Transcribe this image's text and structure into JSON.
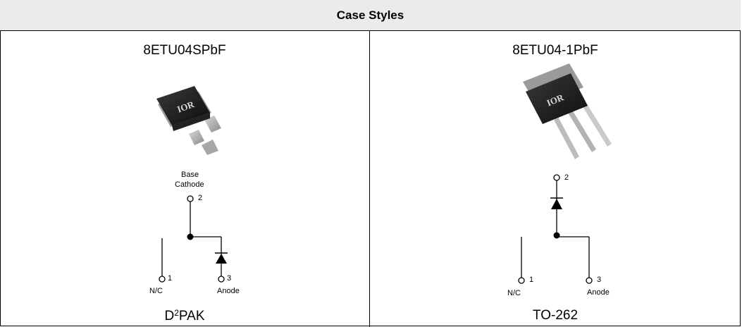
{
  "header": {
    "title": "Case Styles"
  },
  "left": {
    "part_number": "8ETU04SPbF",
    "package_base": "D",
    "package_sup": "2",
    "package_rest": "PAK",
    "pin_labels": {
      "base_line1": "Base",
      "base_line2": "Cathode",
      "pin2": "2",
      "pin1": "1",
      "pin3": "3",
      "nc": "N/C",
      "anode": "Anode"
    },
    "logo_text": "IOR"
  },
  "right": {
    "part_number": "8ETU04-1PbF",
    "package": "TO-262",
    "pin_labels": {
      "pin2": "2",
      "pin1": "1",
      "pin3": "3",
      "nc": "N/C",
      "anode": "Anode"
    },
    "logo_text": "IOR"
  }
}
